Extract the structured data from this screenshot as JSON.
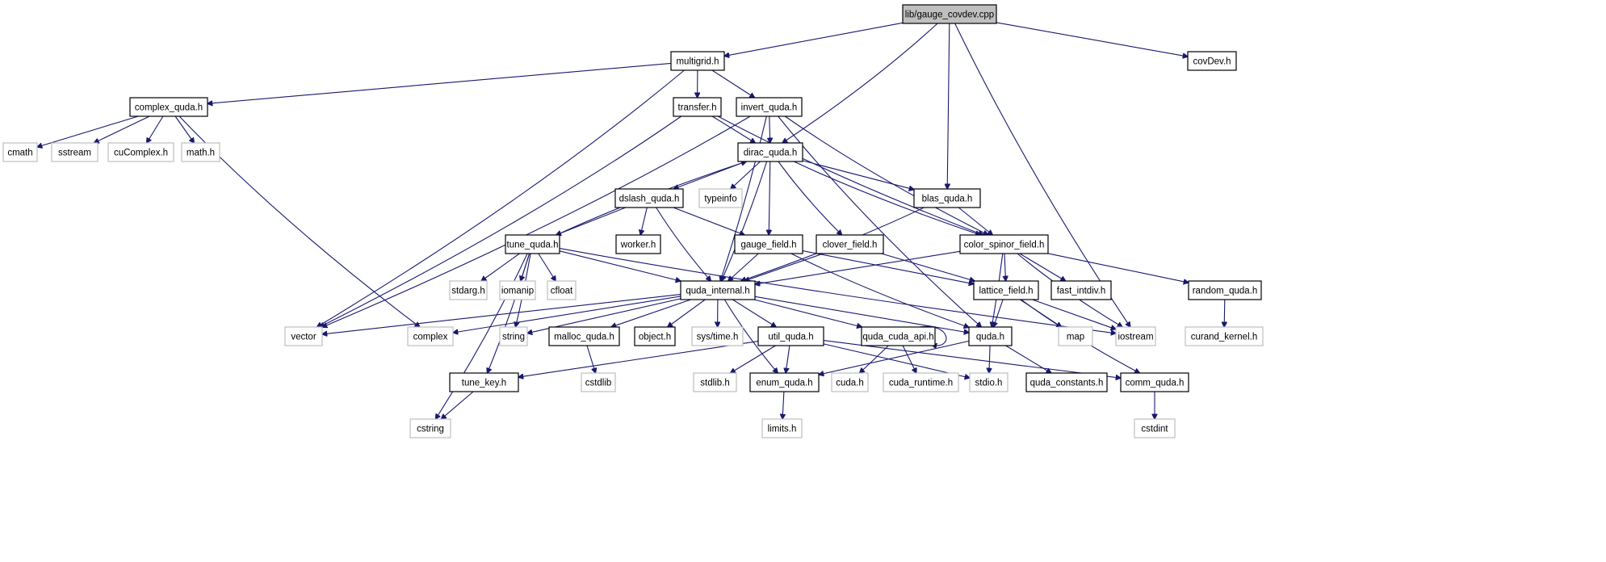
{
  "title": "lib/gauge_covdev.cpp include dependency graph",
  "colors": {
    "edge": "#191970",
    "root_fill": "#bfbfbf",
    "root_stroke": "#000000",
    "documented_stroke": "#000000",
    "external_stroke": "#bfbfbf",
    "node_fill": "#ffffff"
  },
  "nodes": [
    {
      "id": "root",
      "label": "lib/gauge_covdev.cpp",
      "kind": "root"
    },
    {
      "id": "multigrid",
      "label": "multigrid.h",
      "kind": "documented"
    },
    {
      "id": "covdev",
      "label": "covDev.h",
      "kind": "documented"
    },
    {
      "id": "complex_quda",
      "label": "complex_quda.h",
      "kind": "documented"
    },
    {
      "id": "transfer",
      "label": "transfer.h",
      "kind": "documented"
    },
    {
      "id": "invert_quda",
      "label": "invert_quda.h",
      "kind": "documented"
    },
    {
      "id": "cmath",
      "label": "cmath",
      "kind": "external"
    },
    {
      "id": "sstream",
      "label": "sstream",
      "kind": "external"
    },
    {
      "id": "cucomplex",
      "label": "cuComplex.h",
      "kind": "external"
    },
    {
      "id": "math",
      "label": "math.h",
      "kind": "external"
    },
    {
      "id": "dirac_quda",
      "label": "dirac_quda.h",
      "kind": "documented"
    },
    {
      "id": "dslash_quda",
      "label": "dslash_quda.h",
      "kind": "documented"
    },
    {
      "id": "typeinfo",
      "label": "typeinfo",
      "kind": "external"
    },
    {
      "id": "blas_quda",
      "label": "blas_quda.h",
      "kind": "documented"
    },
    {
      "id": "tune_quda",
      "label": "tune_quda.h",
      "kind": "documented"
    },
    {
      "id": "worker",
      "label": "worker.h",
      "kind": "documented"
    },
    {
      "id": "gauge_field",
      "label": "gauge_field.h",
      "kind": "documented"
    },
    {
      "id": "clover_field",
      "label": "clover_field.h",
      "kind": "documented"
    },
    {
      "id": "color_spinor_field",
      "label": "color_spinor_field.h",
      "kind": "documented"
    },
    {
      "id": "stdarg",
      "label": "stdarg.h",
      "kind": "external"
    },
    {
      "id": "iomanip",
      "label": "iomanip",
      "kind": "external"
    },
    {
      "id": "cfloat",
      "label": "cfloat",
      "kind": "external"
    },
    {
      "id": "quda_internal",
      "label": "quda_internal.h",
      "kind": "documented"
    },
    {
      "id": "lattice_field",
      "label": "lattice_field.h",
      "kind": "documented"
    },
    {
      "id": "fast_intdiv",
      "label": "fast_intdiv.h",
      "kind": "documented"
    },
    {
      "id": "random_quda",
      "label": "random_quda.h",
      "kind": "documented"
    },
    {
      "id": "vector",
      "label": "vector",
      "kind": "external"
    },
    {
      "id": "complex",
      "label": "complex",
      "kind": "external"
    },
    {
      "id": "string",
      "label": "string",
      "kind": "external"
    },
    {
      "id": "malloc_quda",
      "label": "malloc_quda.h",
      "kind": "documented"
    },
    {
      "id": "object",
      "label": "object.h",
      "kind": "documented"
    },
    {
      "id": "systime",
      "label": "sys/time.h",
      "kind": "external"
    },
    {
      "id": "util_quda",
      "label": "util_quda.h",
      "kind": "documented"
    },
    {
      "id": "quda_cuda_api",
      "label": "quda_cuda_api.h",
      "kind": "documented"
    },
    {
      "id": "quda",
      "label": "quda.h",
      "kind": "documented"
    },
    {
      "id": "map",
      "label": "map",
      "kind": "external"
    },
    {
      "id": "iostream",
      "label": "iostream",
      "kind": "external"
    },
    {
      "id": "curand_kernel",
      "label": "curand_kernel.h",
      "kind": "external"
    },
    {
      "id": "tune_key",
      "label": "tune_key.h",
      "kind": "documented"
    },
    {
      "id": "cstdlib",
      "label": "cstdlib",
      "kind": "external"
    },
    {
      "id": "stdlib",
      "label": "stdlib.h",
      "kind": "external"
    },
    {
      "id": "enum_quda",
      "label": "enum_quda.h",
      "kind": "documented"
    },
    {
      "id": "cuda",
      "label": "cuda.h",
      "kind": "external"
    },
    {
      "id": "cuda_runtime",
      "label": "cuda_runtime.h",
      "kind": "external"
    },
    {
      "id": "stdio",
      "label": "stdio.h",
      "kind": "external"
    },
    {
      "id": "quda_constants",
      "label": "quda_constants.h",
      "kind": "documented"
    },
    {
      "id": "comm_quda",
      "label": "comm_quda.h",
      "kind": "documented"
    },
    {
      "id": "cstring",
      "label": "cstring",
      "kind": "external"
    },
    {
      "id": "limits",
      "label": "limits.h",
      "kind": "external"
    },
    {
      "id": "cstdint",
      "label": "cstdint",
      "kind": "external"
    }
  ],
  "edges": [
    [
      "root",
      "multigrid"
    ],
    [
      "root",
      "covdev"
    ],
    [
      "root",
      "dirac_quda"
    ],
    [
      "root",
      "blas_quda"
    ],
    [
      "root",
      "iostream"
    ],
    [
      "multigrid",
      "complex_quda"
    ],
    [
      "multigrid",
      "transfer"
    ],
    [
      "multigrid",
      "invert_quda"
    ],
    [
      "multigrid",
      "vector"
    ],
    [
      "complex_quda",
      "cmath"
    ],
    [
      "complex_quda",
      "sstream"
    ],
    [
      "complex_quda",
      "cucomplex"
    ],
    [
      "complex_quda",
      "math"
    ],
    [
      "complex_quda",
      "complex"
    ],
    [
      "transfer",
      "dirac_quda"
    ],
    [
      "transfer",
      "vector"
    ],
    [
      "transfer",
      "color_spinor_field"
    ],
    [
      "invert_quda",
      "dirac_quda"
    ],
    [
      "invert_quda",
      "quda_internal"
    ],
    [
      "invert_quda",
      "vector"
    ],
    [
      "invert_quda",
      "quda"
    ],
    [
      "invert_quda",
      "color_spinor_field"
    ],
    [
      "dirac_quda",
      "dslash_quda"
    ],
    [
      "dirac_quda",
      "typeinfo"
    ],
    [
      "dirac_quda",
      "blas_quda"
    ],
    [
      "dirac_quda",
      "gauge_field"
    ],
    [
      "dirac_quda",
      "clover_field"
    ],
    [
      "dirac_quda",
      "quda_internal"
    ],
    [
      "dirac_quda",
      "color_spinor_field"
    ],
    [
      "dslash_quda",
      "tune_quda"
    ],
    [
      "dslash_quda",
      "worker"
    ],
    [
      "dslash_quda",
      "gauge_field"
    ],
    [
      "dslash_quda",
      "quda_internal"
    ],
    [
      "blas_quda",
      "color_spinor_field"
    ],
    [
      "blas_quda",
      "quda_internal"
    ],
    [
      "tune_quda",
      "dirac_quda"
    ],
    [
      "tune_quda",
      "stdarg"
    ],
    [
      "tune_quda",
      "iomanip"
    ],
    [
      "tune_quda",
      "cfloat"
    ],
    [
      "tune_quda",
      "quda_internal"
    ],
    [
      "tune_quda",
      "string"
    ],
    [
      "tune_quda",
      "tune_key"
    ],
    [
      "tune_quda",
      "cstring"
    ],
    [
      "tune_quda",
      "iostream"
    ],
    [
      "gauge_field",
      "quda_internal"
    ],
    [
      "gauge_field",
      "lattice_field"
    ],
    [
      "gauge_field",
      "quda"
    ],
    [
      "clover_field",
      "quda_internal"
    ],
    [
      "clover_field",
      "lattice_field"
    ],
    [
      "color_spinor_field",
      "quda_internal"
    ],
    [
      "color_spinor_field",
      "lattice_field"
    ],
    [
      "color_spinor_field",
      "fast_intdiv"
    ],
    [
      "color_spinor_field",
      "random_quda"
    ],
    [
      "color_spinor_field",
      "quda"
    ],
    [
      "color_spinor_field",
      "iostream"
    ],
    [
      "quda_internal",
      "vector"
    ],
    [
      "quda_internal",
      "complex"
    ],
    [
      "quda_internal",
      "string"
    ],
    [
      "quda_internal",
      "malloc_quda"
    ],
    [
      "quda_internal",
      "object"
    ],
    [
      "quda_internal",
      "systime"
    ],
    [
      "quda_internal",
      "util_quda"
    ],
    [
      "quda_internal",
      "quda_cuda_api"
    ],
    [
      "quda_internal",
      "quda"
    ],
    [
      "quda_internal",
      "enum_quda"
    ],
    [
      "lattice_field",
      "quda"
    ],
    [
      "lattice_field",
      "map"
    ],
    [
      "lattice_field",
      "iostream"
    ],
    [
      "lattice_field",
      "comm_quda"
    ],
    [
      "random_quda",
      "curand_kernel"
    ],
    [
      "malloc_quda",
      "cstdlib"
    ],
    [
      "util_quda",
      "tune_key"
    ],
    [
      "util_quda",
      "stdlib"
    ],
    [
      "util_quda",
      "enum_quda"
    ],
    [
      "util_quda",
      "stdio"
    ],
    [
      "util_quda",
      "comm_quda"
    ],
    [
      "quda_cuda_api",
      "quda_cuda_api"
    ],
    [
      "quda_cuda_api",
      "cuda"
    ],
    [
      "quda_cuda_api",
      "cuda_runtime"
    ],
    [
      "quda",
      "enum_quda"
    ],
    [
      "quda",
      "stdio"
    ],
    [
      "quda",
      "quda_constants"
    ],
    [
      "tune_key",
      "cstring"
    ],
    [
      "enum_quda",
      "limits"
    ],
    [
      "comm_quda",
      "cstdint"
    ]
  ]
}
